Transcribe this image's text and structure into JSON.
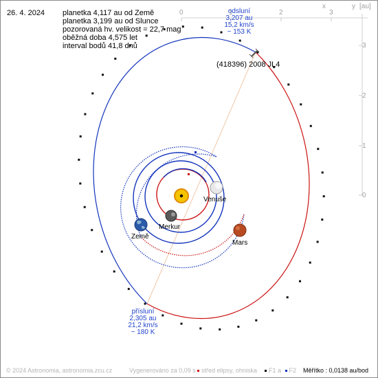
{
  "date": "26. 4. 2024",
  "info": {
    "line1": "planetka 4,117 au od Země",
    "line2": "planetka 3,199 au od Slunce",
    "line3": "pozorovaná hv. velikost = 22,7 mag",
    "line4": "oběžná doba 4,575 let",
    "line5": "interval bodů 41,8 dnů"
  },
  "asteroid_name": "(418396) 2008 JL4",
  "aphelion": {
    "title": "odsluní",
    "distance": "3,207 au",
    "speed": "15,2 km/s",
    "temp": "~ 153 K"
  },
  "perihelion": {
    "title": "přísluní",
    "distance": "2,305 au",
    "speed": "21,2 km/s",
    "temp": "~ 180 K"
  },
  "planets": {
    "mercury": "Merkur",
    "venus": "Venuše",
    "earth": "Země",
    "mars": "Mars"
  },
  "axes": {
    "unit": "[au]",
    "x_label": "x",
    "y_label": "y",
    "x_ticks": [
      "0",
      "1",
      "2",
      "3"
    ],
    "y_ticks": [
      "3",
      "2",
      "1",
      "0"
    ]
  },
  "footer": {
    "copyright": "© 2024 Astronomia, astronomia.zcu.cz",
    "generated": "Vygenerováno za 0,09 s",
    "legend_center": "střed elipsy, ohniska",
    "legend_f1": "F1 a",
    "legend_f2": "F2",
    "scale": "Měřítko : 0,0138 au/bod"
  },
  "colors": {
    "asteroid_orbit": "#cc1111",
    "asteroid_orbit_far": "#1133bb",
    "earth_orbit": "#1133bb",
    "mars_orbit": "#cc1111",
    "apsides_line": "#f0c8a8",
    "sun": "#f5c400"
  }
}
